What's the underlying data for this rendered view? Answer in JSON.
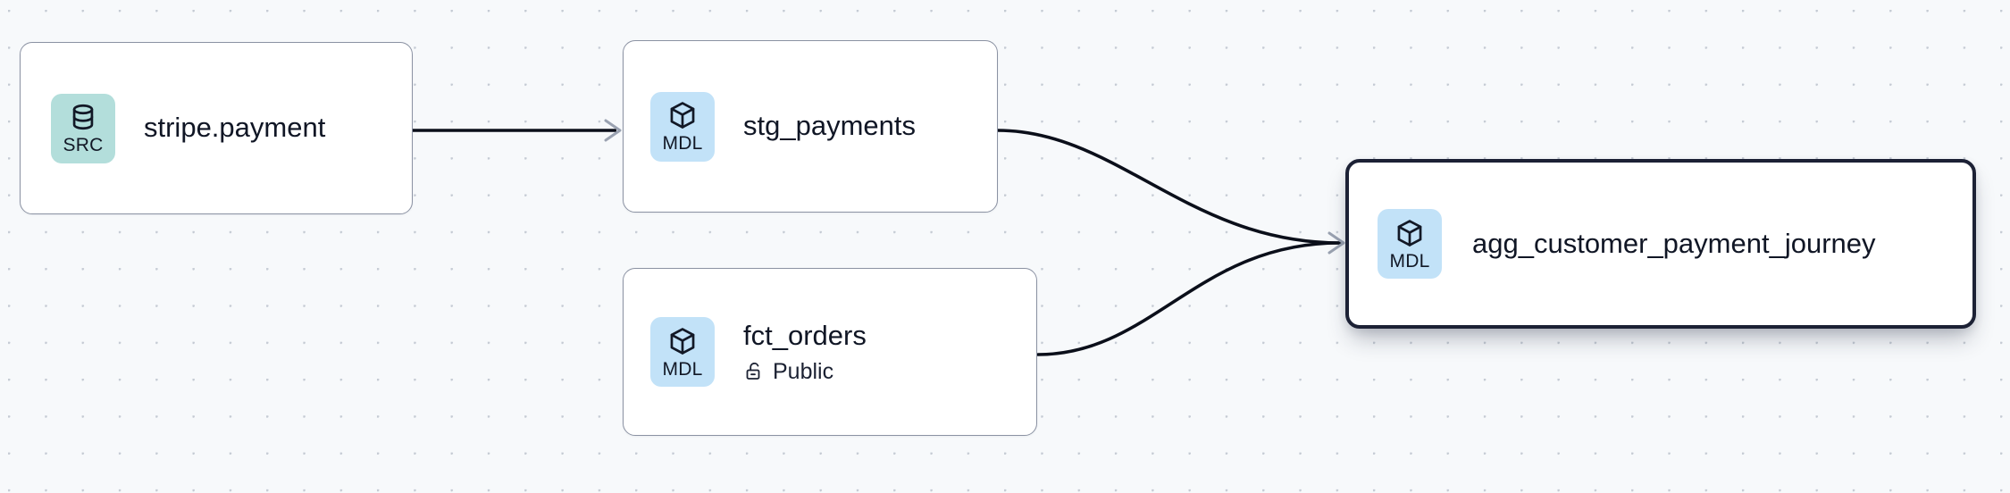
{
  "canvas": {
    "background_color": "#f7f9fb",
    "dot_grid_color": "#c5cbd4",
    "edge_color": "#0b0f1a",
    "arrowhead_color": "#9aa2b1"
  },
  "graph": {
    "type": "lineage-dag",
    "nodes": [
      {
        "id": "stripe-payment",
        "title": "stripe.payment",
        "badge_label": "SRC",
        "badge_icon": "database-icon",
        "badge_color": "#b3dedb",
        "subtitle": null,
        "subtitle_icon": null,
        "selected": false
      },
      {
        "id": "stg-payments",
        "title": "stg_payments",
        "badge_label": "MDL",
        "badge_icon": "cube-icon",
        "badge_color": "#c2e2f8",
        "subtitle": null,
        "subtitle_icon": null,
        "selected": false
      },
      {
        "id": "fct-orders",
        "title": "fct_orders",
        "badge_label": "MDL",
        "badge_icon": "cube-icon",
        "badge_color": "#c2e2f8",
        "subtitle": "Public",
        "subtitle_icon": "unlock-icon",
        "selected": false
      },
      {
        "id": "agg-customer-payment-journey",
        "title": "agg_customer_payment_journey",
        "badge_label": "MDL",
        "badge_icon": "cube-icon",
        "badge_color": "#c2e2f8",
        "subtitle": null,
        "subtitle_icon": null,
        "selected": true
      }
    ],
    "edges": [
      {
        "from": "stripe-payment",
        "to": "stg-payments",
        "style": "straight"
      },
      {
        "from": "stg-payments",
        "to": "agg-customer-payment-journey",
        "style": "bezier"
      },
      {
        "from": "fct-orders",
        "to": "agg-customer-payment-journey",
        "style": "bezier"
      }
    ]
  }
}
